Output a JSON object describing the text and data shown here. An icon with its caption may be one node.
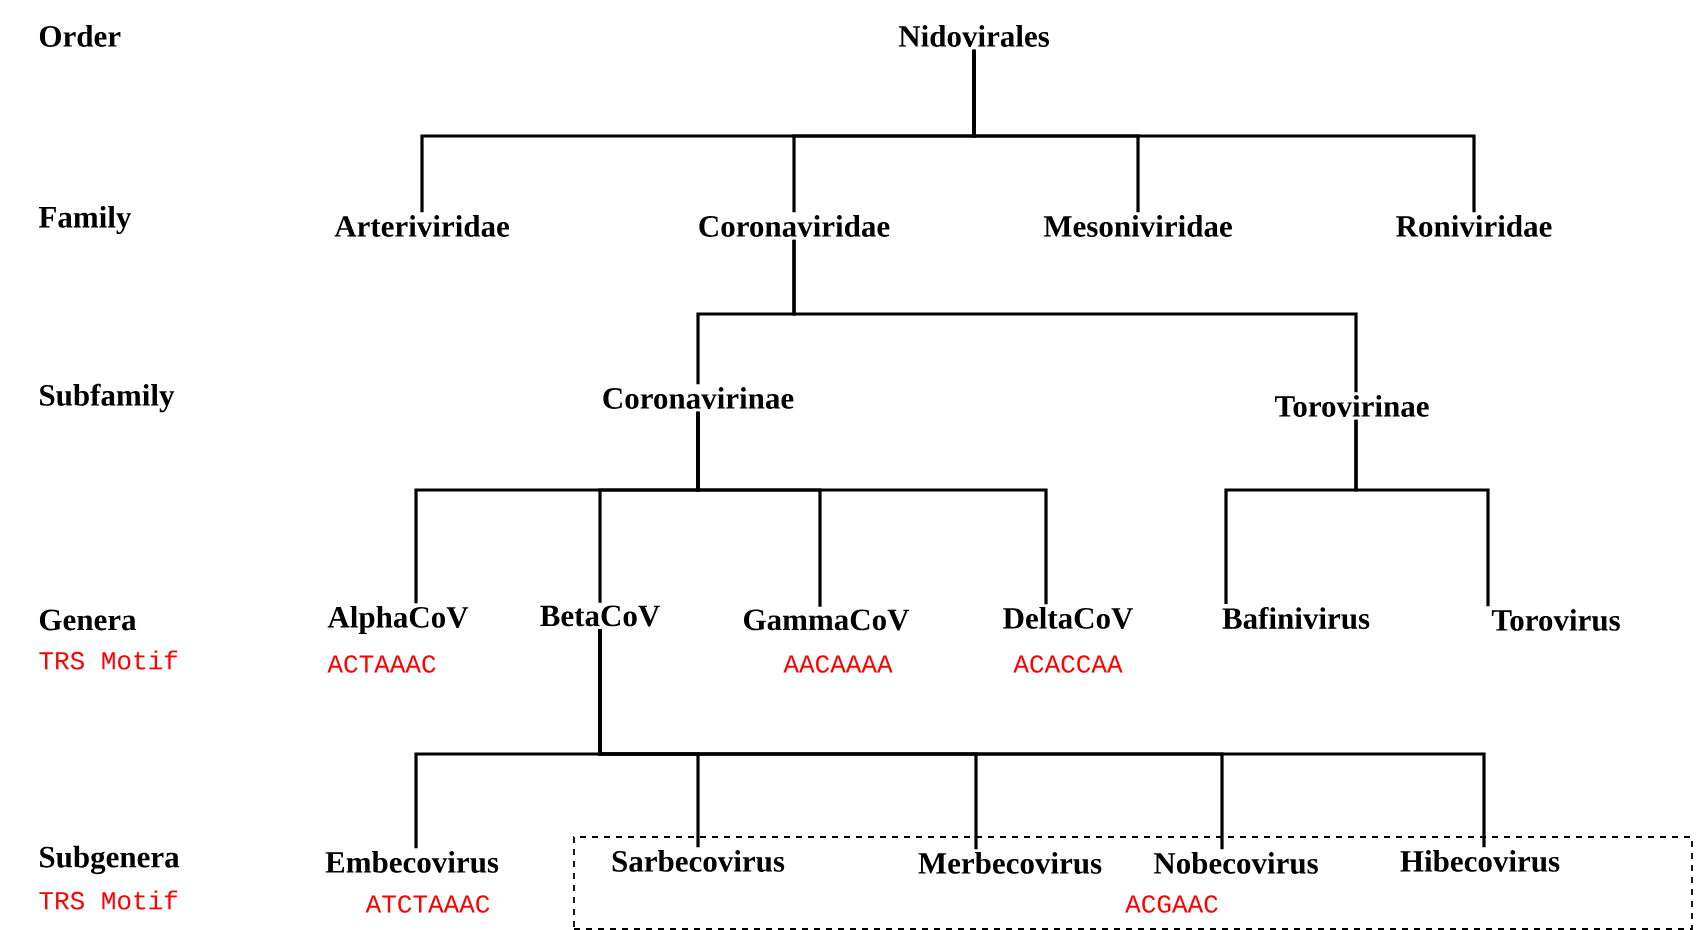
{
  "diagram": {
    "nodes": [
      {
        "text": [
          "Nidovirales"
        ]
      },
      {
        "text": [
          "Arteriviridae"
        ]
      },
      {
        "text": [
          "Coronaviridae"
        ]
      },
      {
        "text": [
          "Mesoniviridae"
        ]
      },
      {
        "text": [
          "Roniviridae"
        ]
      },
      {
        "text": [
          "Coronavirinae"
        ]
      },
      {
        "text": [
          "Torovirinae"
        ]
      },
      {
        "text": [
          "AlphaCoV"
        ],
        "beside": [
          "ACTAAAC"
        ]
      },
      {
        "text": [
          "BetaCoV"
        ]
      },
      {
        "text": [
          "GammaCoV"
        ],
        "beside": [
          "AACAAAA"
        ]
      },
      {
        "text": [
          "DeltaCoV"
        ],
        "beside": [
          "ACACCAA"
        ]
      },
      {
        "text": [
          "Bafinivirus"
        ]
      },
      {
        "text": [
          "Torovirus"
        ]
      },
      {
        "text": [
          "Embecovirus"
        ],
        "beside": [
          "ATCTAAAC"
        ]
      },
      {
        "text": [
          "ACGAAC"
        ]
      },
      {
        "text": [
          "Sarbecovirus"
        ],
        "in": 14
      },
      {
        "text": [
          "Merbecovirus"
        ],
        "in": 14
      },
      {
        "text": [
          "Nobecovirus"
        ],
        "in": 14
      },
      {
        "text": [
          "Hibecovirus"
        ],
        "in": 14
      }
    ],
    "edges": [
      {
        "from": 0,
        "to": 1,
        "arrow": "none"
      },
      {
        "from": 0,
        "to": 2,
        "arrow": "none"
      },
      {
        "from": 0,
        "to": 3,
        "arrow": "none"
      },
      {
        "from": 0,
        "to": 4,
        "arrow": "none"
      },
      {
        "from": 2,
        "to": 5,
        "arrow": "none"
      },
      {
        "from": 2,
        "to": 6,
        "arrow": "none"
      },
      {
        "from": 5,
        "to": 7,
        "arrow": "none"
      },
      {
        "from": 5,
        "to": 8,
        "arrow": "none"
      },
      {
        "from": 5,
        "to": 9,
        "arrow": "none"
      },
      {
        "from": 5,
        "to": 10,
        "arrow": "none"
      },
      {
        "from": 6,
        "to": 11,
        "arrow": "none"
      },
      {
        "from": 6,
        "to": 12,
        "arrow": "none"
      },
      {
        "from": 8,
        "to": 13,
        "arrow": "none"
      },
      {
        "from": 8,
        "to": 15,
        "arrow": "none"
      },
      {
        "from": 8,
        "to": 16,
        "arrow": "none"
      },
      {
        "from": 8,
        "to": 17,
        "arrow": "none"
      },
      {
        "from": 8,
        "to": 18,
        "arrow": "none"
      }
    ],
    "labels": [
      "Order",
      "Family",
      "Subfamily",
      "Genera",
      "TRS Motif",
      "Subgenera",
      "TRS Motif"
    ]
  }
}
